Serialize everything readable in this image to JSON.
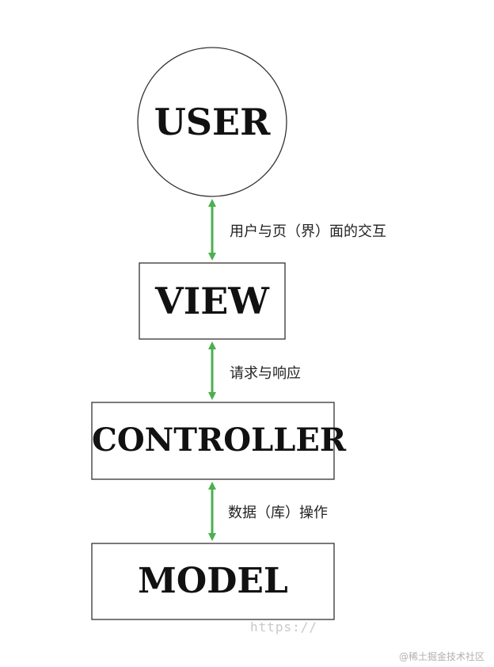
{
  "nodes": {
    "user": "USER",
    "view": "VIEW",
    "controller": "CONTROLLER",
    "model": "MODEL"
  },
  "edges": {
    "user_view": "用户与页（界）面的交互",
    "view_controller": "请求与响应",
    "controller_model": "数据（库）操作"
  },
  "watermark": {
    "text": "@稀土掘金技术社区",
    "faint_url": "https://"
  },
  "colors": {
    "arrow": "#4caf50",
    "stroke": "#333333"
  }
}
